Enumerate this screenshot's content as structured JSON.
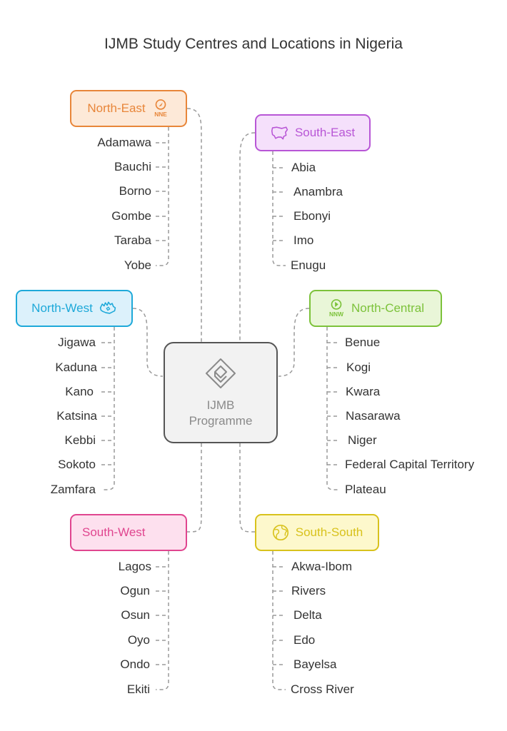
{
  "title": "IJMB Study Centres and Locations in Nigeria",
  "center": {
    "label": "IJMB Programme",
    "icon": "diamond-icon"
  },
  "regions": {
    "north_east": {
      "name": "North-East",
      "icon": "compass-nne-icon",
      "icon_text": "NNE",
      "color": "#e8863a",
      "fill": "#fde9d8",
      "states": [
        "Adamawa",
        "Bauchi",
        "Borno",
        "Gombe",
        "Taraba",
        "Yobe"
      ]
    },
    "south_east": {
      "name": "South-East",
      "icon": "usa-map-icon",
      "color": "#b856d6",
      "fill": "#f5e0fb",
      "states": [
        "Abia",
        "Anambra",
        "Ebonyi",
        "Imo",
        "Enugu"
      ]
    },
    "north_west": {
      "name": "North-West",
      "icon": "canada-map-icon",
      "color": "#1ea9d9",
      "fill": "#dcf1fb",
      "states": [
        "Jigawa",
        "Kaduna",
        "Kano",
        "Katsina",
        "Kebbi",
        "Sokoto",
        "Zamfara"
      ]
    },
    "north_central": {
      "name": "North-Central",
      "icon": "compass-nnw-icon",
      "icon_text": "NNW",
      "color": "#7cc23a",
      "fill": "#e9f6d8",
      "states": [
        "Benue",
        "Kogi",
        "Kwara",
        "Nasarawa",
        "Niger",
        "Federal Capital Territory",
        "Plateau"
      ]
    },
    "south_west": {
      "name": "South-West",
      "icon": "",
      "color": "#e0458f",
      "fill": "#fde0ee",
      "states": [
        "Lagos",
        "Ogun",
        "Osun",
        "Oyo",
        "Ondo",
        "Ekiti"
      ]
    },
    "south_south": {
      "name": "South-South",
      "icon": "globe-icon",
      "color": "#d8c21c",
      "fill": "#fdf8cc",
      "states": [
        "Akwa-Ibom",
        "Rivers",
        "Delta",
        "Edo",
        "Bayelsa",
        "Cross River"
      ]
    }
  }
}
